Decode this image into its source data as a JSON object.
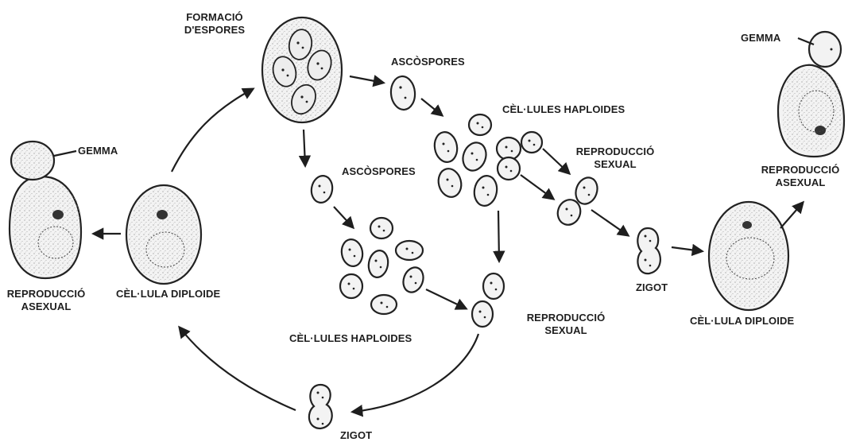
{
  "labels": {
    "formacio_espores": [
      "FORMACIÓ",
      "D'ESPORES"
    ],
    "ascospores_top": "ASCÒSPORES",
    "cel_lules_haploides_top": "CÈL·LULES HAPLOIDES",
    "reproduccio_sexual_top": [
      "REPRODUCCIÓ",
      "SEXUAL"
    ],
    "ascospores_mid": "ASCÒSPORES",
    "gemma_left": "GEMMA",
    "reproduccio_asexual_left": [
      "REPRODUCCIÓ",
      "ASEXUAL"
    ],
    "cel_lula_diploide_left": "CÈL·LULA DIPLOIDE",
    "cel_lules_haploides_bottom": "CÈL·LULES HAPLOIDES",
    "reproduccio_sexual_bottom": [
      "REPRODUCCIÓ",
      "SEXUAL"
    ],
    "zigot_right": "ZIGOT",
    "zigot_bottom": "ZIGOT",
    "gemma_right": "GEMMA",
    "reproduccio_asexual_right": [
      "REPRODUCCIÓ",
      "ASEXUAL"
    ],
    "cel_lula_diploide_right": "CÈL·LULA DIPLOIDE"
  }
}
